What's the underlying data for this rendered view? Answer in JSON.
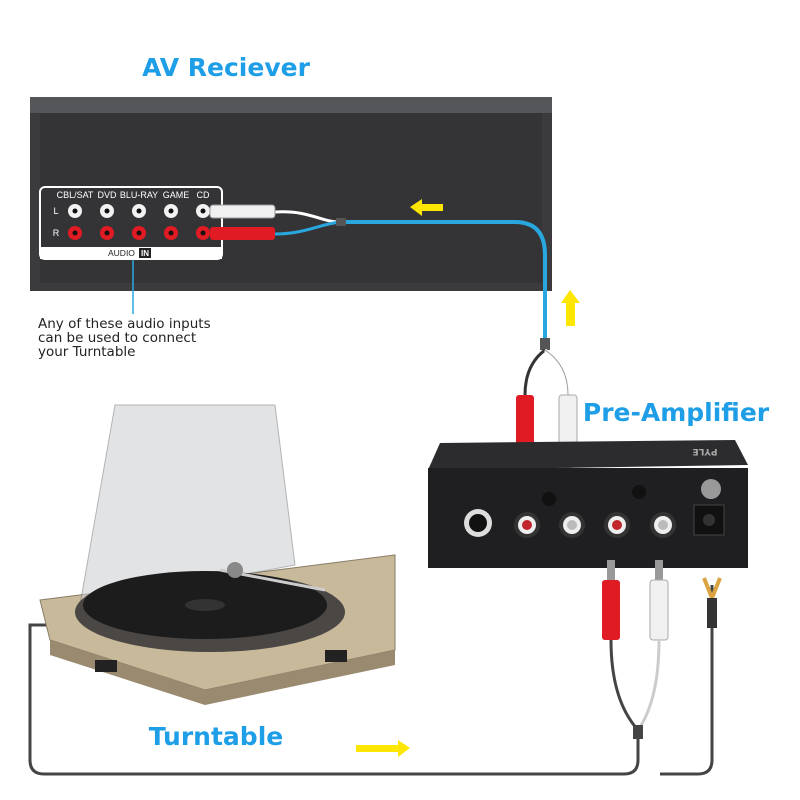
{
  "titles": {
    "receiver": "AV Reciever",
    "preamp": "Pre-Amplifier",
    "turntable": "Turntable"
  },
  "receiver_panel": {
    "inputs": [
      "CBL/SAT",
      "DVD",
      "BLU-RAY",
      "GAME",
      "CD"
    ],
    "channels": [
      "L",
      "R"
    ],
    "section_label": "AUDIO",
    "section_badge": "IN"
  },
  "note": {
    "lines": [
      "Any of these audio inputs",
      "can be used to connect",
      "your Turntable"
    ]
  },
  "preamp_logo": "PYLE",
  "colors": {
    "title_blue": "#1e9ee6",
    "cable_blue": "#29a8e0",
    "arrow_yellow": "#ffe600",
    "rca_red": "#e01b24",
    "device_dark": "#3b3b3d"
  }
}
